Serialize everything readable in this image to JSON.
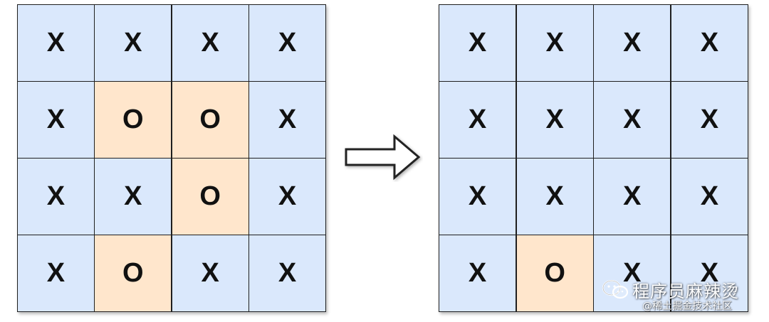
{
  "before_grid": {
    "rows": [
      [
        "X",
        "X",
        "X",
        "X"
      ],
      [
        "X",
        "O",
        "O",
        "X"
      ],
      [
        "X",
        "X",
        "O",
        "X"
      ],
      [
        "X",
        "O",
        "X",
        "X"
      ]
    ]
  },
  "after_grid": {
    "rows": [
      [
        "X",
        "X",
        "X",
        "X"
      ],
      [
        "X",
        "X",
        "X",
        "X"
      ],
      [
        "X",
        "X",
        "X",
        "X"
      ],
      [
        "X",
        "O",
        "X",
        "X"
      ]
    ]
  },
  "colors": {
    "x_cell": "#dae8fc",
    "o_cell": "#ffe6cc",
    "border": "#1f1f1f"
  },
  "watermark": {
    "title": "程序员麻辣烫",
    "subtitle": "@稀土掘金技术社区",
    "icon": "wechat-icon"
  }
}
